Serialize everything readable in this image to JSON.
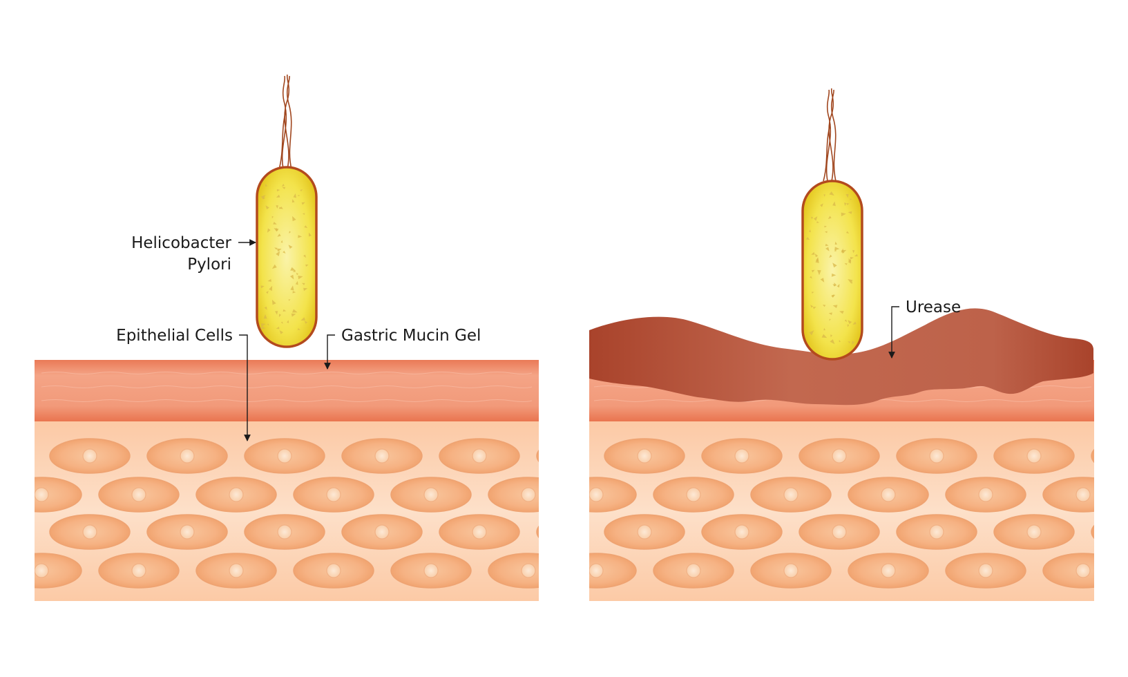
{
  "panels": [
    {
      "id": "healthy",
      "labels": {
        "bacterium_line1": "Helicobacter",
        "bacterium_line2": "Pylori",
        "epithelial": "Epithelial Cells",
        "mucin": "Gastric Mucin Gel"
      }
    },
    {
      "id": "infected",
      "labels": {
        "urease": "Urease"
      }
    }
  ],
  "colors": {
    "mucin_light": "#f29a78",
    "mucin_dark": "#ea7a55",
    "tissue_bg": "#fbd6bb",
    "cell_fill": "#f6b585",
    "cell_edge": "#eea372",
    "nucleus": "#fce0c8",
    "bacterium_body": "#f5e85a",
    "bacterium_outline": "#b34a1e",
    "flagella": "#a0461e",
    "urease": "#b8553a"
  }
}
